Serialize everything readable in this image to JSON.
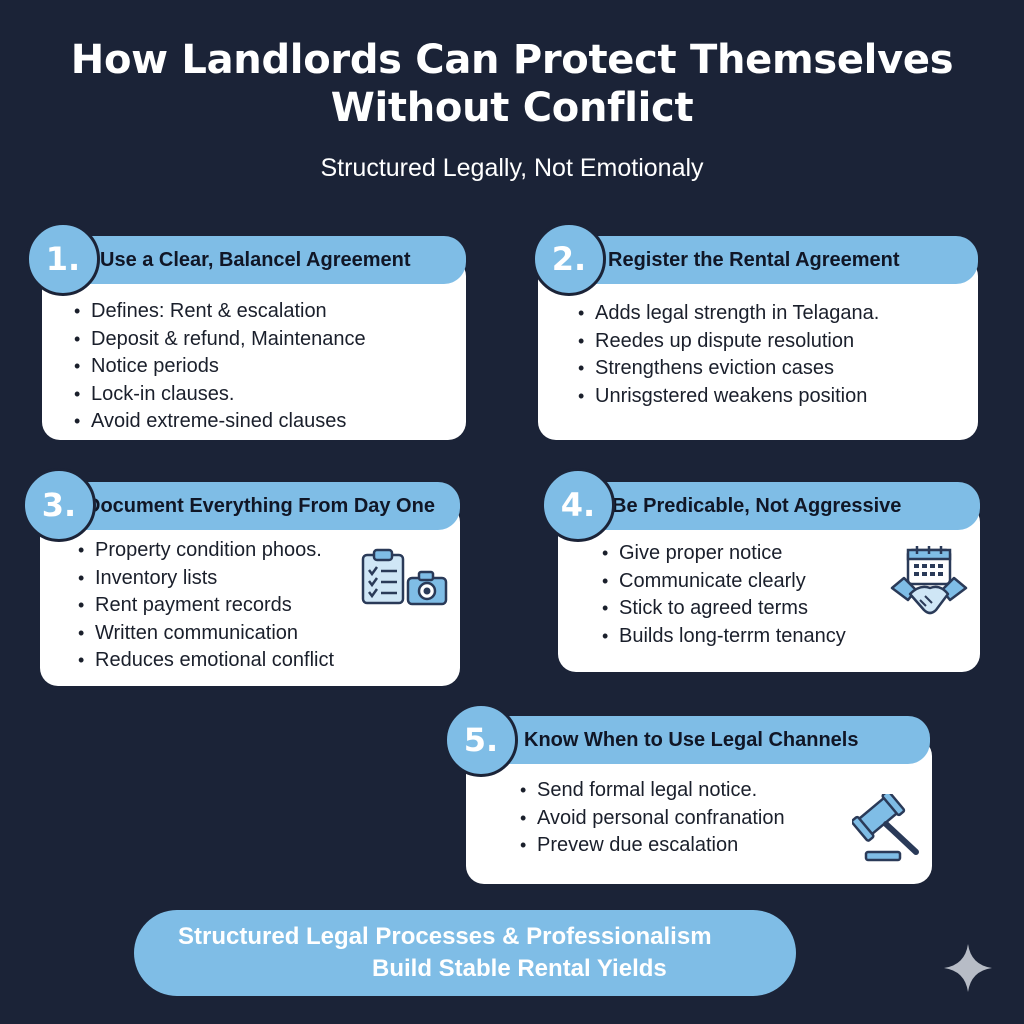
{
  "header": {
    "title_line1": "How Landlords Can Protect Themselves",
    "title_line2": "Without Conflict",
    "subtitle": "Structured Legally, Not Emotionaly"
  },
  "sections": [
    {
      "number": "1.",
      "heading": "Use a Clear, Balancel Agreement",
      "bullets": [
        "Defines: Rent & escalation",
        "Deposit & refund, Maintenance",
        "Notice periods",
        "Lock-in clauses.",
        "Avoid extreme-sined clauses"
      ]
    },
    {
      "number": "2.",
      "heading": "Register the Rental Agreement",
      "bullets": [
        "Adds legal strength in Telagana.",
        "Reedes up dispute resolution",
        "Strengthens eviction cases",
        "Unrisgstered weakens position"
      ]
    },
    {
      "number": "3.",
      "heading": "Document Everything From Day One",
      "bullets": [
        "Property condition phoos.",
        "Inventory lists",
        "Rent payment records",
        "Written communication",
        "Reduces emotional conflict"
      ],
      "icons": [
        "clipboard-checklist-icon",
        "camera-icon"
      ]
    },
    {
      "number": "4.",
      "heading": "Be Predicable, Not Aggressive",
      "bullets": [
        "Give proper notice",
        "Communicate clearly",
        "Stick to agreed terms",
        "Builds long-terrm tenancy"
      ],
      "icons": [
        "calendar-handshake-icon"
      ]
    },
    {
      "number": "5.",
      "heading": "Know When to Use Legal Channels",
      "bullets": [
        "Send formal legal notice.",
        "Avoid personal confranation",
        "Prevew due escalation"
      ],
      "icons": [
        "gavel-icon"
      ]
    }
  ],
  "footer": {
    "line1": "Structured Legal Processes & Professionalism",
    "line2": "Build Stable Rental Yields"
  },
  "icons": {
    "corner": "sparkle-icon"
  },
  "colors": {
    "background": "#1b2337",
    "accent": "#7fbde6",
    "card": "#ffffff",
    "icon_stroke": "#2a3a58"
  }
}
